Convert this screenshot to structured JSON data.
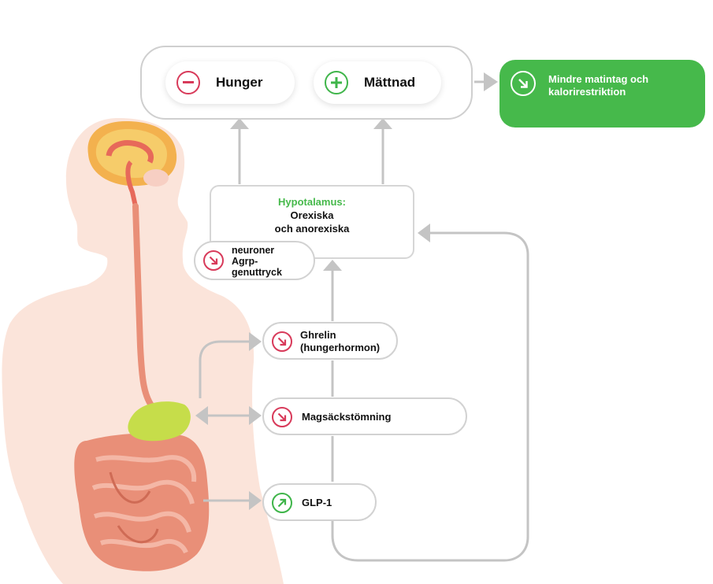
{
  "colors": {
    "green": "#46b94b",
    "red": "#d83a5a",
    "gray_line": "#c4c4c4",
    "body_skin": "#fbe3d8",
    "stomach": "#c6dd4a",
    "intestine": "#e98f78"
  },
  "top_panel": {
    "hunger": {
      "icon": "minus-circle-icon",
      "label": "Hunger"
    },
    "mattnad": {
      "icon": "plus-circle-icon",
      "label": "Mättnad"
    }
  },
  "result": {
    "icon": "arrow-down-right-icon",
    "line1": "Mindre matintag och",
    "line2": "kalorirestriktion"
  },
  "hypothalamus": {
    "title": "Hypotalamus:",
    "line1": "Orexiska",
    "line2": "och anorexiska"
  },
  "factors": {
    "agrp": {
      "icon": "arrow-down-right-icon",
      "line1": "neuroner",
      "line2": "Agrp-",
      "line3": "genuttryck"
    },
    "ghrelin": {
      "icon": "arrow-down-right-icon",
      "line1": "Ghrelin",
      "line2": "(hungerhormon)"
    },
    "magsack": {
      "icon": "arrow-down-right-icon",
      "label": "Magsäckstömning"
    },
    "glp1": {
      "icon": "arrow-up-right-icon",
      "label": "GLP-1"
    }
  }
}
